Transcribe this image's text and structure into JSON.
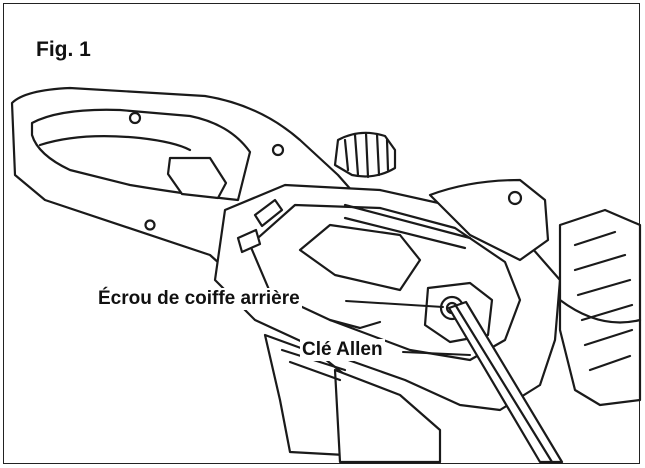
{
  "figure": {
    "title": "Fig. 1",
    "callouts": {
      "rear_cap_nut": "Écrou de coiffe arrière",
      "allen_key": "Clé Allen"
    }
  },
  "colors": {
    "line": "#1a1a1a",
    "fill": "#ffffff",
    "frame": "#222222"
  }
}
